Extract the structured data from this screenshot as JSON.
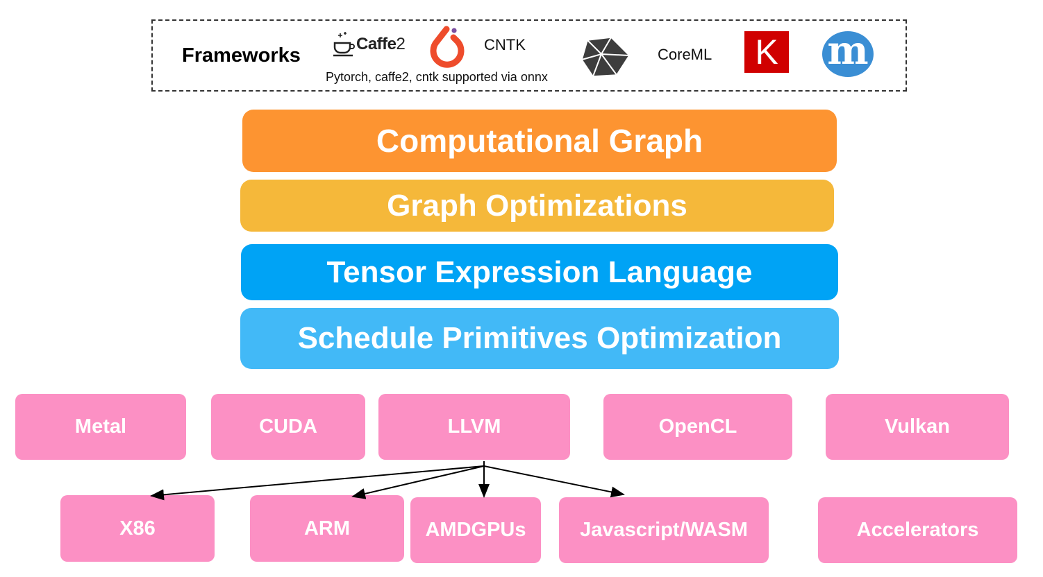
{
  "frameworks": {
    "title": "Frameworks",
    "caffe2": {
      "name": "Caffe",
      "suffix": "2"
    },
    "cntk": "CNTK",
    "onnx_note": "Pytorch, caffe2, cntk supported via onnx",
    "coreml": "CoreML",
    "keras_letter": "K",
    "mxnet_letter": "m",
    "logos": [
      "coffee-cup-icon",
      "pytorch-flame-icon",
      "tensorflow-polyhedron-icon",
      "keras-icon",
      "mxnet-icon"
    ]
  },
  "layers": [
    {
      "label": "Computational Graph",
      "color": "#fd9431"
    },
    {
      "label": "Graph Optimizations",
      "color": "#f5b83a"
    },
    {
      "label": "Tensor Expression Language",
      "color": "#00a3f5"
    },
    {
      "label": "Schedule Primitives Optimization",
      "color": "#42b9f7"
    }
  ],
  "backends": [
    "Metal",
    "CUDA",
    "LLVM",
    "OpenCL",
    "Vulkan"
  ],
  "targets": [
    "X86",
    "ARM",
    "AMDGPUs",
    "Javascript/WASM",
    "Accelerators"
  ],
  "colors": {
    "pink": "#fc90c4",
    "arrow": "#000000"
  }
}
